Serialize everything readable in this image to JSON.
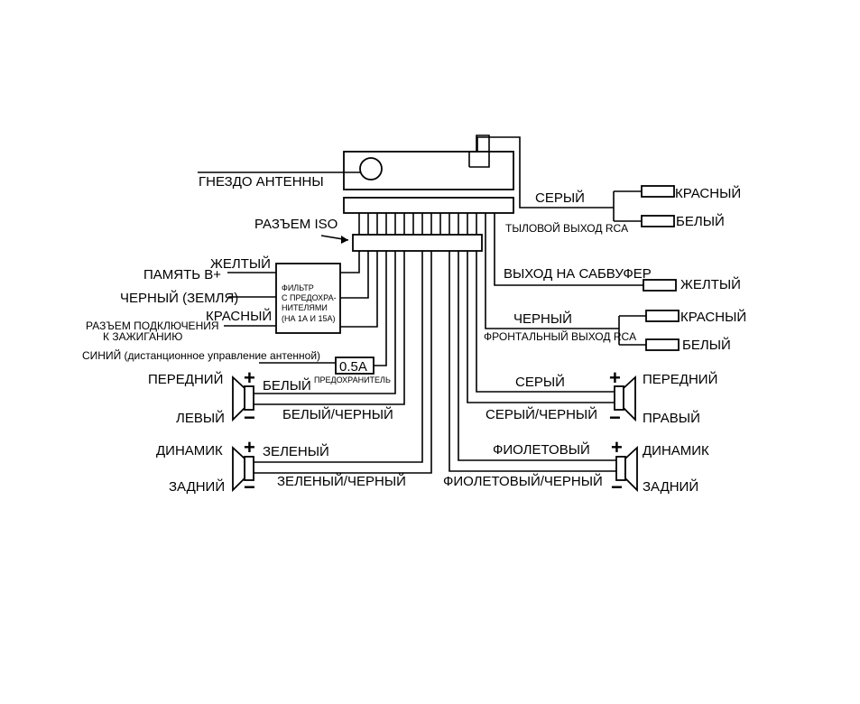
{
  "labels": {
    "antenna_socket": "ГНЕЗДО АНТЕННЫ",
    "iso_connector": "РАЗЪЕМ ISO",
    "yellow": "ЖЕЛТЫЙ",
    "memory_b": "ПАМЯТЬ В+",
    "black_ground": "ЧЕРНЫЙ (ЗЕМЛЯ)",
    "red": "КРАСНЫЙ",
    "ignition_line1": "РАЗЪЕМ ПОДКЛЮЧЕНИЯ",
    "ignition_line2": "К ЗАЖИГАНИЮ",
    "blue_antenna": "СИНИЙ (дистанционное управление антенной)",
    "fuse_value": "0.5A",
    "fuse_label": "ПРЕДОХРАНИТЕЛЬ",
    "filter_lines": [
      "ФИЛЬТР",
      "С ПРЕДОХРА-",
      "НИТЕЛЯМИ",
      "(НА 1А И 15А)"
    ],
    "front_left": "ПЕРЕДНИЙ",
    "left": "ЛЕВЫЙ",
    "white": "БЕЛЫЙ",
    "white_black": "БЕЛЫЙ/ЧЕРНЫЙ",
    "speaker_left": "ДИНАМИК",
    "rear_left": "ЗАДНИЙ",
    "green": "ЗЕЛЕНЫЙ",
    "green_black": "ЗЕЛЕНЫЙ/ЧЕРНЫЙ",
    "gray": "СЕРЫЙ",
    "rear_rca": "ТЫЛОВОЙ ВЫХОД RCA",
    "rca_red_rear": "КРАСНЫЙ",
    "rca_white_rear": "БЕЛЫЙ",
    "sub_out": "ВЫХОД НА САБВУФЕР",
    "sub_yellow": "ЖЕЛТЫЙ",
    "black": "ЧЕРНЫЙ",
    "front_rca": "ФРОНТАЛЬНЫЙ ВЫХОД RCA",
    "rca_red_front": "КРАСНЫЙ",
    "rca_white_front": "БЕЛЫЙ",
    "gray_wire": "СЕРЫЙ",
    "gray_black": "СЕРЫЙ/ЧЕРНЫЙ",
    "front_right": "ПЕРЕДНИЙ",
    "right": "ПРАВЫЙ",
    "violet": "ФИОЛЕТОВЫЙ",
    "violet_black": "ФИОЛЕТОВЫЙ/ЧЕРНЫЙ",
    "speaker_right": "ДИНАМИК",
    "rear_right": "ЗАДНИЙ",
    "plus": "+",
    "minus": "−"
  }
}
